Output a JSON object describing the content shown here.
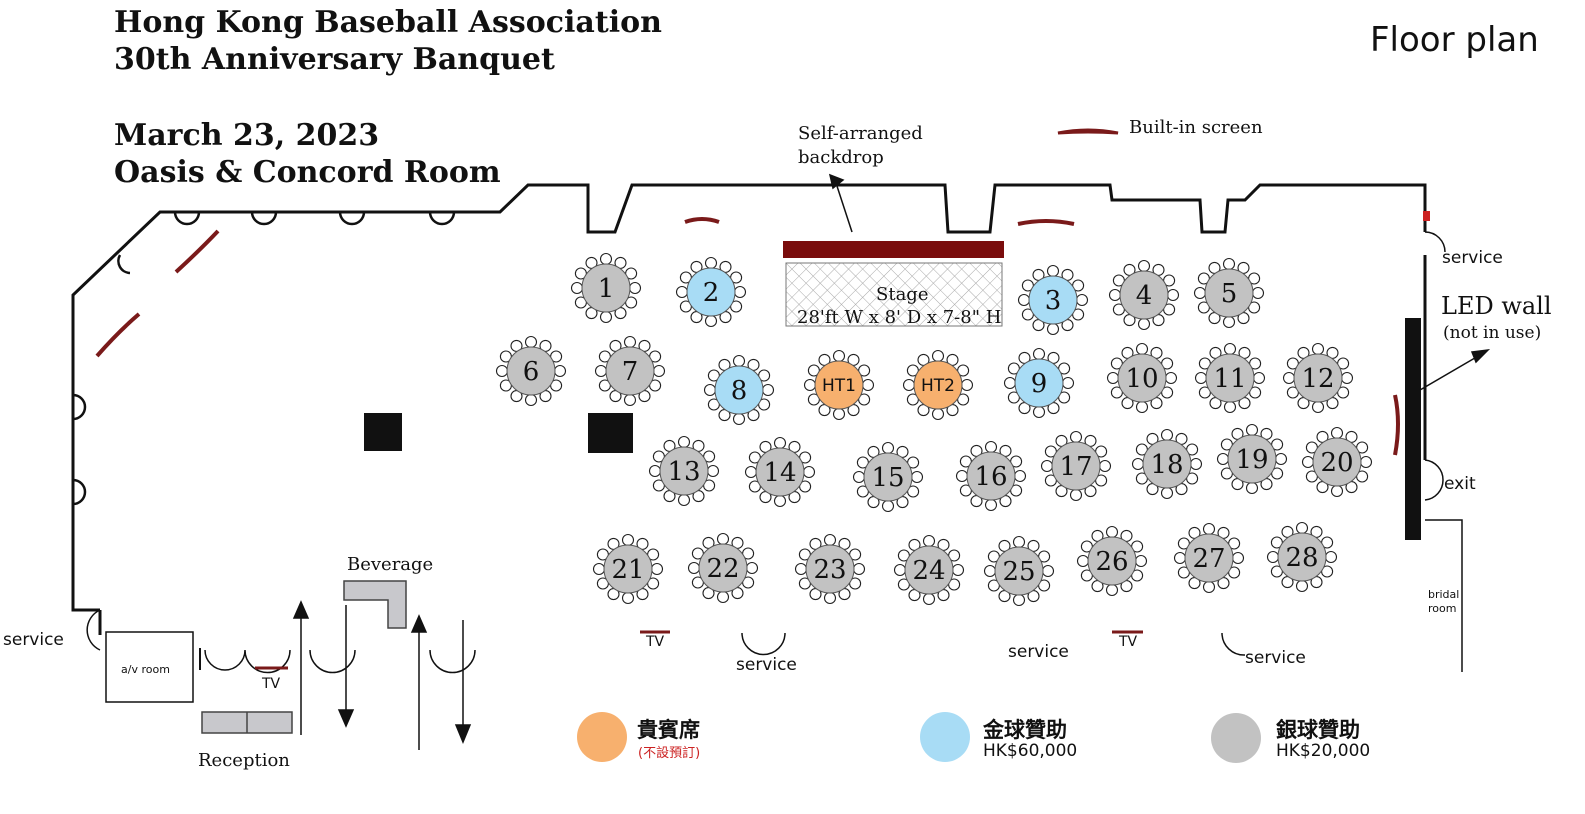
{
  "header": {
    "line1": "Hong Kong Baseball Association",
    "line2": "30th Anniversary Banquet",
    "date": "March 23, 2023",
    "venue": "Oasis & Concord Room",
    "floor_plan": "Floor plan"
  },
  "labels": {
    "backdrop_1": "Self-arranged",
    "backdrop_2": "backdrop",
    "built_in_screen": "Built-in screen",
    "stage_title": "Stage",
    "stage_dims": "28'ft W x 8' D x 7-8\" H",
    "led_wall": "LED wall",
    "led_note": "(not in use)",
    "service_top_right": "service",
    "exit": "exit",
    "bridal_1": "bridal",
    "bridal_2": "room",
    "service_left": "service",
    "av_room": "a/v room",
    "tv_reception": "TV",
    "reception": "Reception",
    "beverage": "Beverage",
    "tv_bottom_1": "TV",
    "service_bottom_1": "service",
    "service_bottom_2": "service",
    "tv_bottom_2": "TV",
    "service_bottom_3": "service"
  },
  "colors": {
    "vip": "#f7b06e",
    "gold": "#a8dcf5",
    "silver": "#c2c2c2",
    "wall": "#111111",
    "stage_bar": "#7a0c0c",
    "screen": "#7a1a1a"
  },
  "tables": [
    {
      "label": "1",
      "tier": "silver"
    },
    {
      "label": "2",
      "tier": "gold"
    },
    {
      "label": "3",
      "tier": "gold"
    },
    {
      "label": "4",
      "tier": "silver"
    },
    {
      "label": "5",
      "tier": "silver"
    },
    {
      "label": "6",
      "tier": "silver"
    },
    {
      "label": "7",
      "tier": "silver"
    },
    {
      "label": "8",
      "tier": "gold"
    },
    {
      "label": "HT1",
      "tier": "vip"
    },
    {
      "label": "HT2",
      "tier": "vip"
    },
    {
      "label": "9",
      "tier": "gold"
    },
    {
      "label": "10",
      "tier": "silver"
    },
    {
      "label": "11",
      "tier": "silver"
    },
    {
      "label": "12",
      "tier": "silver"
    },
    {
      "label": "13",
      "tier": "silver"
    },
    {
      "label": "14",
      "tier": "silver"
    },
    {
      "label": "15",
      "tier": "silver"
    },
    {
      "label": "16",
      "tier": "silver"
    },
    {
      "label": "17",
      "tier": "silver"
    },
    {
      "label": "18",
      "tier": "silver"
    },
    {
      "label": "19",
      "tier": "silver"
    },
    {
      "label": "20",
      "tier": "silver"
    },
    {
      "label": "21",
      "tier": "silver"
    },
    {
      "label": "22",
      "tier": "silver"
    },
    {
      "label": "23",
      "tier": "silver"
    },
    {
      "label": "24",
      "tier": "silver"
    },
    {
      "label": "25",
      "tier": "silver"
    },
    {
      "label": "26",
      "tier": "silver"
    },
    {
      "label": "27",
      "tier": "silver"
    },
    {
      "label": "28",
      "tier": "silver"
    }
  ],
  "legend": {
    "vip_title": "貴賓席",
    "vip_note": "(不設預訂)",
    "gold_title": "金球贊助",
    "gold_price": "HK$60,000",
    "silver_title": "銀球贊助",
    "silver_price": "HK$20,000"
  }
}
